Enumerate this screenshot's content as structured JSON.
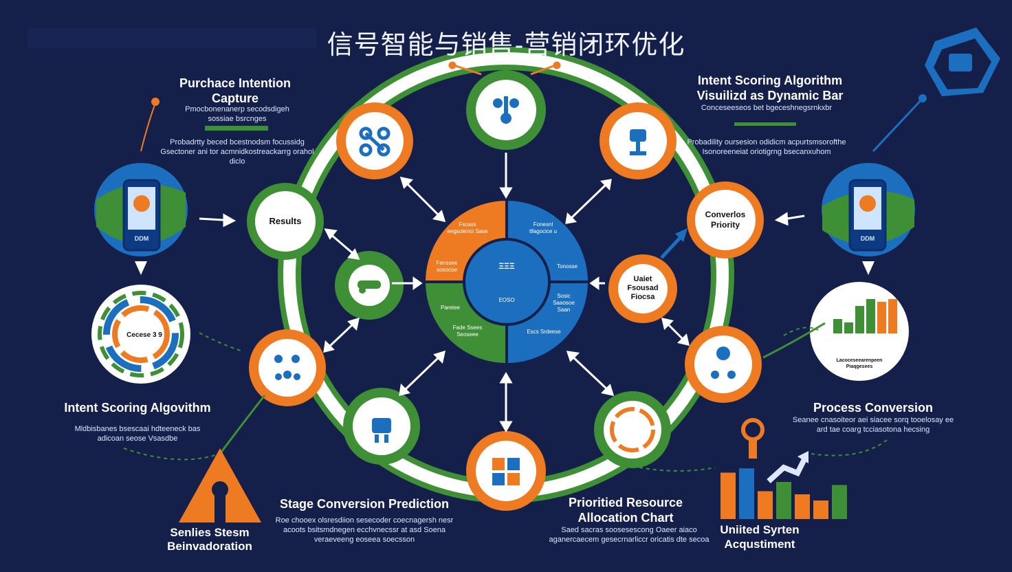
{
  "title": "信号智能与销售-营销闭环优化",
  "colors": {
    "background": "#14204a",
    "green": "#3f8f36",
    "orange": "#ee7a22",
    "blue": "#1c6fbf",
    "white": "#ffffff"
  },
  "top_left": {
    "heading": "Purchace Intention Capture",
    "sub1": "Pmocbonenanerp secodsdigeh sossiae bsrcnges",
    "desc": "Probadrtty beced bcestnodsm focussidg Gsectoner ani tor acmnidkostreackarrg orahol diclo"
  },
  "top_right": {
    "heading": "Intent Scoring Algorithm Visuilizd as Dynamic Bar",
    "sub1": "Conceseeseos bet bgeceshnegsrnkxbr",
    "desc": "Probadility oursesion odidicm acpurtsmsorofthe Isonoreeneiat oriotigrng bsecanxuhom"
  },
  "mid_left": {
    "heading": "Intent Scoring Algovithm",
    "desc": "Mldbisbanes bsescaai hdteeneck bas adicoan seose Vsasdbe"
  },
  "mid_right": {
    "heading": "Process Conversion",
    "desc": "Seanee cnasoiteor aei siacee sorq tooelosay ee ard tae coarg tcciasotona hecsing"
  },
  "bottom": {
    "left_label": "Senlies Stesm Beinvadoration",
    "center_heading": "Stage Conversion Prediction",
    "center_desc": "Roe chooex olsresdiion sesecoder coecnagersh nesr acoots bsitsmdnegen ecchvnecssr at asd Soena veraeveeng eoseea soecsson",
    "right_heading": "Prioritied Resource Allocation Chart",
    "right_desc": "Saed sacras soosesescong Oaeer aiaco aganercaecem gesecrnarliccr oricatis dte secoa",
    "far_right_label": "Uniited Syrten Acqustiment"
  },
  "nodes": {
    "results": "Results",
    "conversion_priority": "Converlos Priority",
    "unified_focus": "Uaiet Fsousad Fiocsa",
    "donut_left_text": "Cecese 3 9",
    "bar_panel_text": "Lacoceseearenpeen Piaqgesees",
    "phone_text": "DDM"
  },
  "center_pie": {
    "segments": [
      {
        "label": "Fscass eegsolenoi Sase",
        "color": "#ee7a22"
      },
      {
        "label": "Fonesnl tllagocice u",
        "color": "#1c6fbf"
      },
      {
        "label": "Fenssee sosocoe",
        "color": "#ee7a22"
      },
      {
        "label": "Tonosse",
        "color": "#1c6fbf"
      },
      {
        "label": "Paretee",
        "color": "#3f8f36"
      },
      {
        "label": "Sosic Saaosoe Saan",
        "color": "#1c6fbf"
      },
      {
        "label": "Fade Ssees Seoseee",
        "color": "#3f8f36"
      },
      {
        "label": "Escs Srdeese",
        "color": "#1c6fbf"
      }
    ],
    "core_text": "ΞΞΞ",
    "core_sub": "EOSO"
  },
  "left_bar_chart": {
    "values": [
      75,
      82,
      45,
      60,
      40,
      30,
      55
    ]
  },
  "right_bar_chart": {
    "values": [
      42,
      32,
      80,
      100,
      92,
      100
    ]
  }
}
